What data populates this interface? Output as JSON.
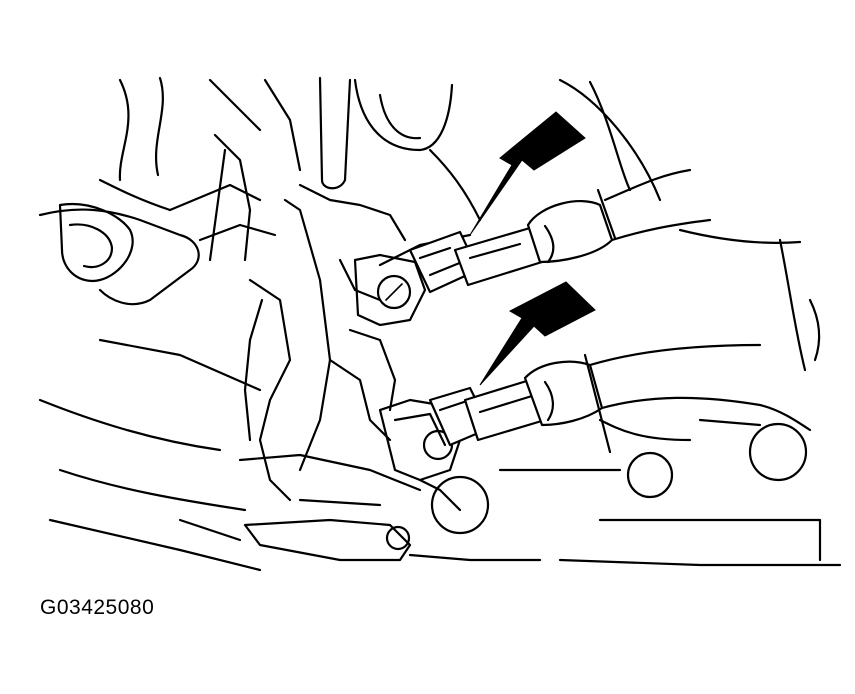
{
  "figure": {
    "id_label": "G03425080",
    "colors": {
      "background": "#ffffff",
      "line": "#000000",
      "arrow_fill": "#000000"
    },
    "callouts": [
      {
        "icon": "arrow-icon",
        "points_to": "upper-connector"
      },
      {
        "icon": "arrow-icon",
        "points_to": "lower-connector"
      }
    ]
  }
}
